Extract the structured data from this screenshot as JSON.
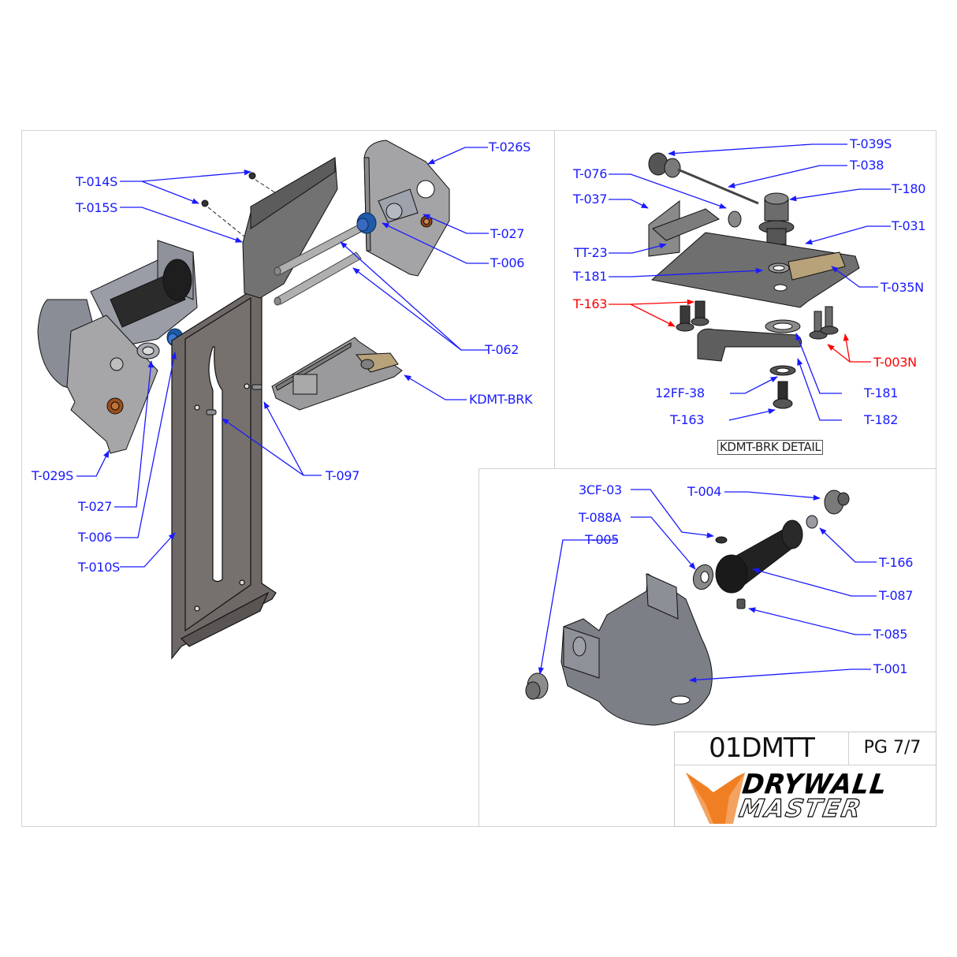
{
  "drawing": {
    "title": "Exploded parts diagram",
    "colors": {
      "label_blue": "#1a1aff",
      "label_red": "#ff0000",
      "part_gray": "#8e8f94",
      "part_dark": "#2a2a2a",
      "bushing_blue": "#1f5aa8",
      "bushing_bronze": "#a8581f",
      "block_brass": "#b7a27a",
      "logo_orange": "#f07f23"
    }
  },
  "main_assembly": {
    "labels": [
      {
        "id": "T-014S",
        "text": "T-014S",
        "color": "blue"
      },
      {
        "id": "T-015S",
        "text": "T-015S",
        "color": "blue"
      },
      {
        "id": "T-026S",
        "text": "T-026S",
        "color": "blue"
      },
      {
        "id": "T-027-right",
        "text": "T-027",
        "color": "blue"
      },
      {
        "id": "T-006-right",
        "text": "T-006",
        "color": "blue"
      },
      {
        "id": "T-062",
        "text": "T-062",
        "color": "blue"
      },
      {
        "id": "KDMT-BRK",
        "text": "KDMT-BRK",
        "color": "blue"
      },
      {
        "id": "T-097",
        "text": "T-097",
        "color": "blue"
      },
      {
        "id": "T-029S",
        "text": "T-029S",
        "color": "blue"
      },
      {
        "id": "T-027-left",
        "text": "T-027",
        "color": "blue"
      },
      {
        "id": "T-006-left",
        "text": "T-006",
        "color": "blue"
      },
      {
        "id": "T-010S",
        "text": "T-010S",
        "color": "blue"
      }
    ]
  },
  "brake_detail": {
    "caption": "KDMT-BRK DETAIL",
    "labels": [
      {
        "id": "T-039S",
        "text": "T-039S",
        "color": "blue"
      },
      {
        "id": "T-038",
        "text": "T-038",
        "color": "blue"
      },
      {
        "id": "T-076",
        "text": "T-076",
        "color": "blue"
      },
      {
        "id": "T-180",
        "text": "T-180",
        "color": "blue"
      },
      {
        "id": "T-037",
        "text": "T-037",
        "color": "blue"
      },
      {
        "id": "T-031",
        "text": "T-031",
        "color": "blue"
      },
      {
        "id": "TT-23",
        "text": "TT-23",
        "color": "blue"
      },
      {
        "id": "T-181-top",
        "text": "T-181",
        "color": "blue"
      },
      {
        "id": "T-035N",
        "text": "T-035N",
        "color": "blue"
      },
      {
        "id": "T-163-top",
        "text": "T-163",
        "color": "red"
      },
      {
        "id": "T-003N",
        "text": "T-003N",
        "color": "red"
      },
      {
        "id": "12FF-38",
        "text": "12FF-38",
        "color": "blue"
      },
      {
        "id": "T-181-bottom",
        "text": "T-181",
        "color": "blue"
      },
      {
        "id": "T-163-bottom",
        "text": "T-163",
        "color": "blue"
      },
      {
        "id": "T-182",
        "text": "T-182",
        "color": "blue"
      }
    ]
  },
  "base_detail": {
    "labels": [
      {
        "id": "3CF-03",
        "text": "3CF-03",
        "color": "blue"
      },
      {
        "id": "T-004",
        "text": "T-004",
        "color": "blue"
      },
      {
        "id": "T-088A",
        "text": "T-088A",
        "color": "blue"
      },
      {
        "id": "T-005",
        "text": "T-005",
        "color": "blue"
      },
      {
        "id": "T-166",
        "text": "T-166",
        "color": "blue"
      },
      {
        "id": "T-087",
        "text": "T-087",
        "color": "blue"
      },
      {
        "id": "T-085",
        "text": "T-085",
        "color": "blue"
      },
      {
        "id": "T-001",
        "text": "T-001",
        "color": "blue"
      }
    ]
  },
  "title_block": {
    "part_number": "01DMTT",
    "page": "PG 7/7",
    "logo": {
      "line1": "DRYWALL",
      "line2": "MASTER"
    }
  }
}
